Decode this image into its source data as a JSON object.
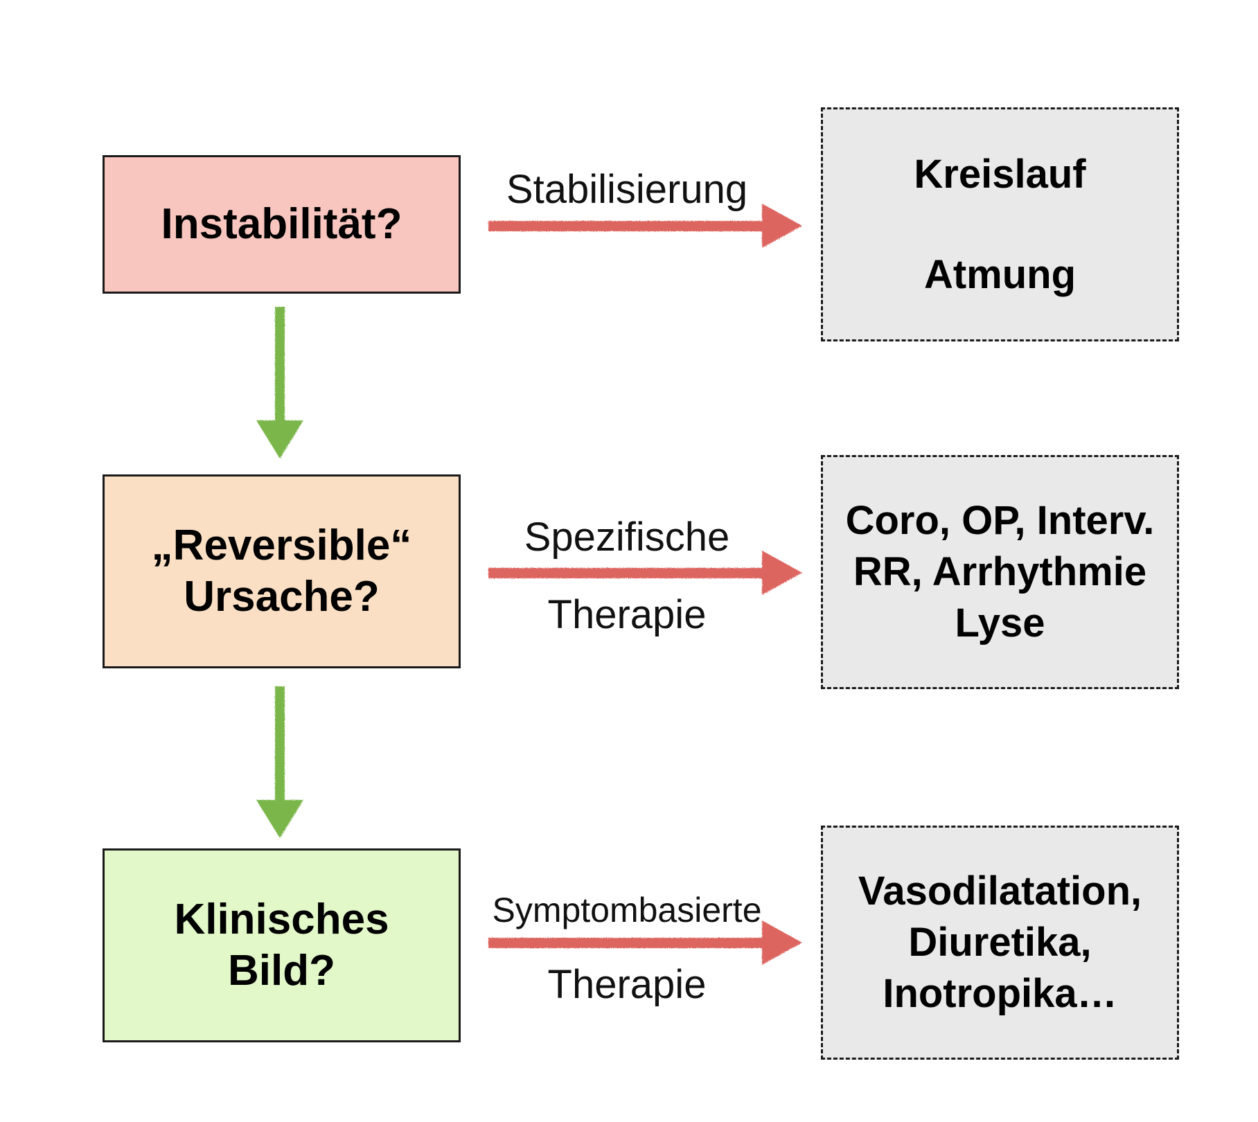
{
  "colors": {
    "instability_fill": "#f8c5bf",
    "reversible_fill": "#fbdfc4",
    "clinical_fill": "#e2f8c9",
    "action_fill": "#e9e9e9",
    "red_arrow": "#dd6560",
    "green_arrow": "#7ab648"
  },
  "decisions": {
    "instability": {
      "lines": [
        "Instabilität?"
      ]
    },
    "reversible": {
      "lines": [
        "„Reversible“",
        "Ursache?"
      ]
    },
    "clinical": {
      "lines": [
        "Klinisches",
        "Bild?"
      ]
    }
  },
  "actions": {
    "stabilization": {
      "lines": [
        "Kreislauf",
        "Atmung"
      ]
    },
    "specific": {
      "lines": [
        "Coro, OP, Interv.",
        "RR, Arrhythmie",
        "Lyse"
      ]
    },
    "symptomatic": {
      "lines": [
        "Vasodilatation,",
        "Diuretika,",
        "Inotropika…"
      ]
    }
  },
  "arrow_labels": {
    "stabilization": {
      "line1": "Stabilisierung"
    },
    "specific": {
      "line1": "Spezifische",
      "line2": "Therapie"
    },
    "symptomatic": {
      "line1": "Symptombasierte",
      "line2": "Therapie"
    }
  }
}
